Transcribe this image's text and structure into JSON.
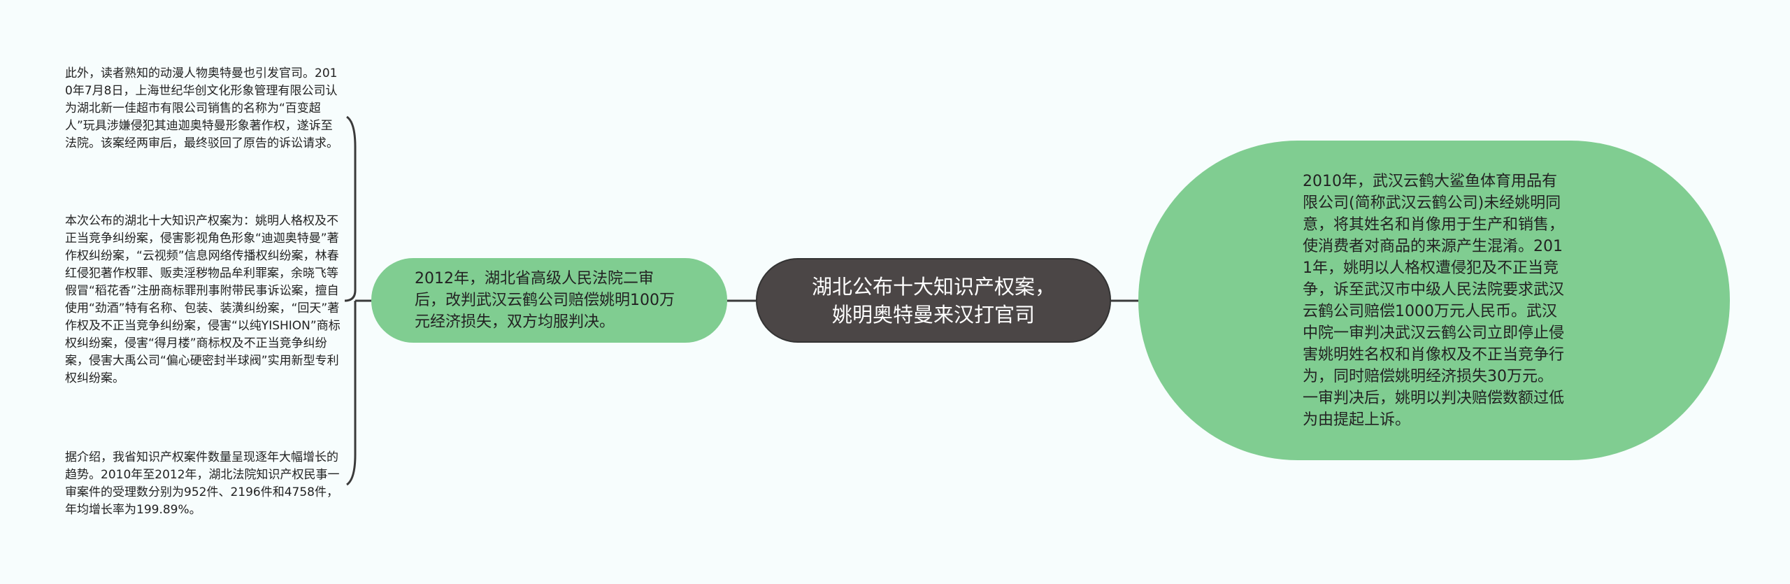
{
  "mindmap": {
    "root": {
      "title": "湖北公布十大知识产权案，姚明奥特曼来汉打官司"
    },
    "left_branch": {
      "text": "2012年，湖北省高级人民法院二审后，改判武汉云鹤公司赔偿姚明100万元经济损失，双方均服判决。",
      "children": [
        {
          "text": "此外，读者熟知的动漫人物奥特曼也引发官司。2010年7月8日，上海世纪华创文化形象管理有限公司认为湖北新一佳超市有限公司销售的名称为“百变超人”玩具涉嫌侵犯其迪迦奥特曼形象著作权，遂诉至法院。该案经两审后，最终驳回了原告的诉讼请求。"
        },
        {
          "text": "本次公布的湖北十大知识产权案为：姚明人格权及不正当竞争纠纷案，侵害影视角色形象“迪迦奥特曼”著作权纠纷案，“云视频”信息网络传播权纠纷案，林春红侵犯著作权罪、贩卖淫秽物品牟利罪案，余晓飞等假冒“稻花香”注册商标罪刑事附带民事诉讼案，擅自使用“劲酒”特有名称、包装、装潢纠纷案，“回天”著作权及不正当竞争纠纷案，侵害“以纯YISHION”商标权纠纷案，侵害“得月楼”商标权及不正当竞争纠纷案，侵害大禹公司“偏心硬密封半球阀”实用新型专利权纠纷案。"
        },
        {
          "text": "据介绍，我省知识产权案件数量呈现逐年大幅增长的趋势。2010年至2012年，湖北法院知识产权民事一审案件的受理数分别为952件、2196件和4758件，年均增长率为199.89%。"
        }
      ]
    },
    "right_branch": {
      "text": "2010年，武汉云鹤大鲨鱼体育用品有限公司(简称武汉云鹤公司)未经姚明同意，将其姓名和肖像用于生产和销售，使消费者对商品的来源产生混淆。2011年，姚明以人格权遭侵犯及不正当竞争，诉至武汉市中级人民法院要求武汉云鹤公司赔偿1000万元人民币。武汉中院一审判决武汉云鹤公司立即停止侵害姚明姓名权和肖像权及不正当竞争行为，同时赔偿姚明经济损失30万元。一审判决后，姚明以判决赔偿数额过低为由提起上诉。"
    },
    "colors": {
      "background": "#f7fdfd",
      "root_fill": "#4b4646",
      "branch_fill": "#80cd91",
      "line": "#3a3a3a"
    }
  }
}
